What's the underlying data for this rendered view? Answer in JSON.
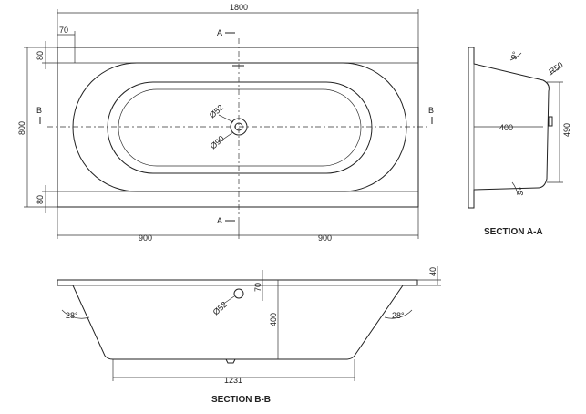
{
  "plan": {
    "overall_length": "1800",
    "overall_width": "800",
    "rim_offset_top": "70",
    "rim_top": "80",
    "rim_bottom": "80",
    "half_left": "900",
    "half_right": "900",
    "waste_dia": "Ø52",
    "waste_outer": "Ø90",
    "section_a_top": "A",
    "section_a_bottom": "A",
    "section_b_left": "B",
    "section_b_right": "B"
  },
  "section_aa": {
    "title": "SECTION A-A",
    "angle_top": "9°",
    "radius": "R50",
    "depth": "400",
    "width": "490",
    "angle_bottom": "9°"
  },
  "section_bb": {
    "title": "SECTION B-B",
    "rim_height": "40",
    "overflow_dia": "Ø52",
    "overflow_offset": "70",
    "depth": "400",
    "angle_left": "28°",
    "angle_right": "28°",
    "base_length": "1231"
  }
}
